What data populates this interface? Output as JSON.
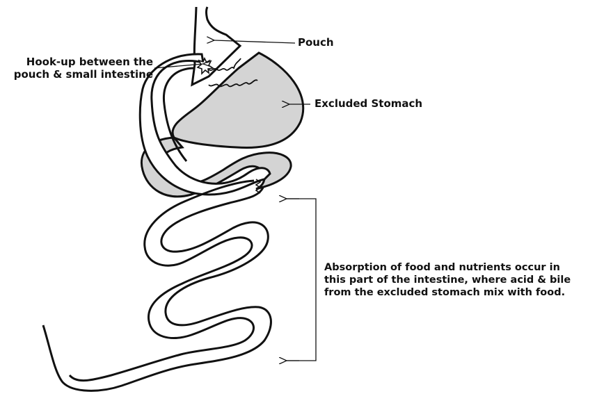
{
  "labels": {
    "pouch": "Pouch",
    "hookup_line1": "Hook-up between the",
    "hookup_line2": "pouch & small intestine",
    "excluded_stomach": "Excluded Stomach",
    "absorption_line1": "Absorption of food and nutrients occur in",
    "absorption_line2": "this part of the intestine, where acid & bile",
    "absorption_line3": "from the excluded stomach mix with food."
  },
  "colors": {
    "outline": "#111111",
    "stomach_fill": "#d4d4d4",
    "intestine_fill": "#ffffff"
  }
}
